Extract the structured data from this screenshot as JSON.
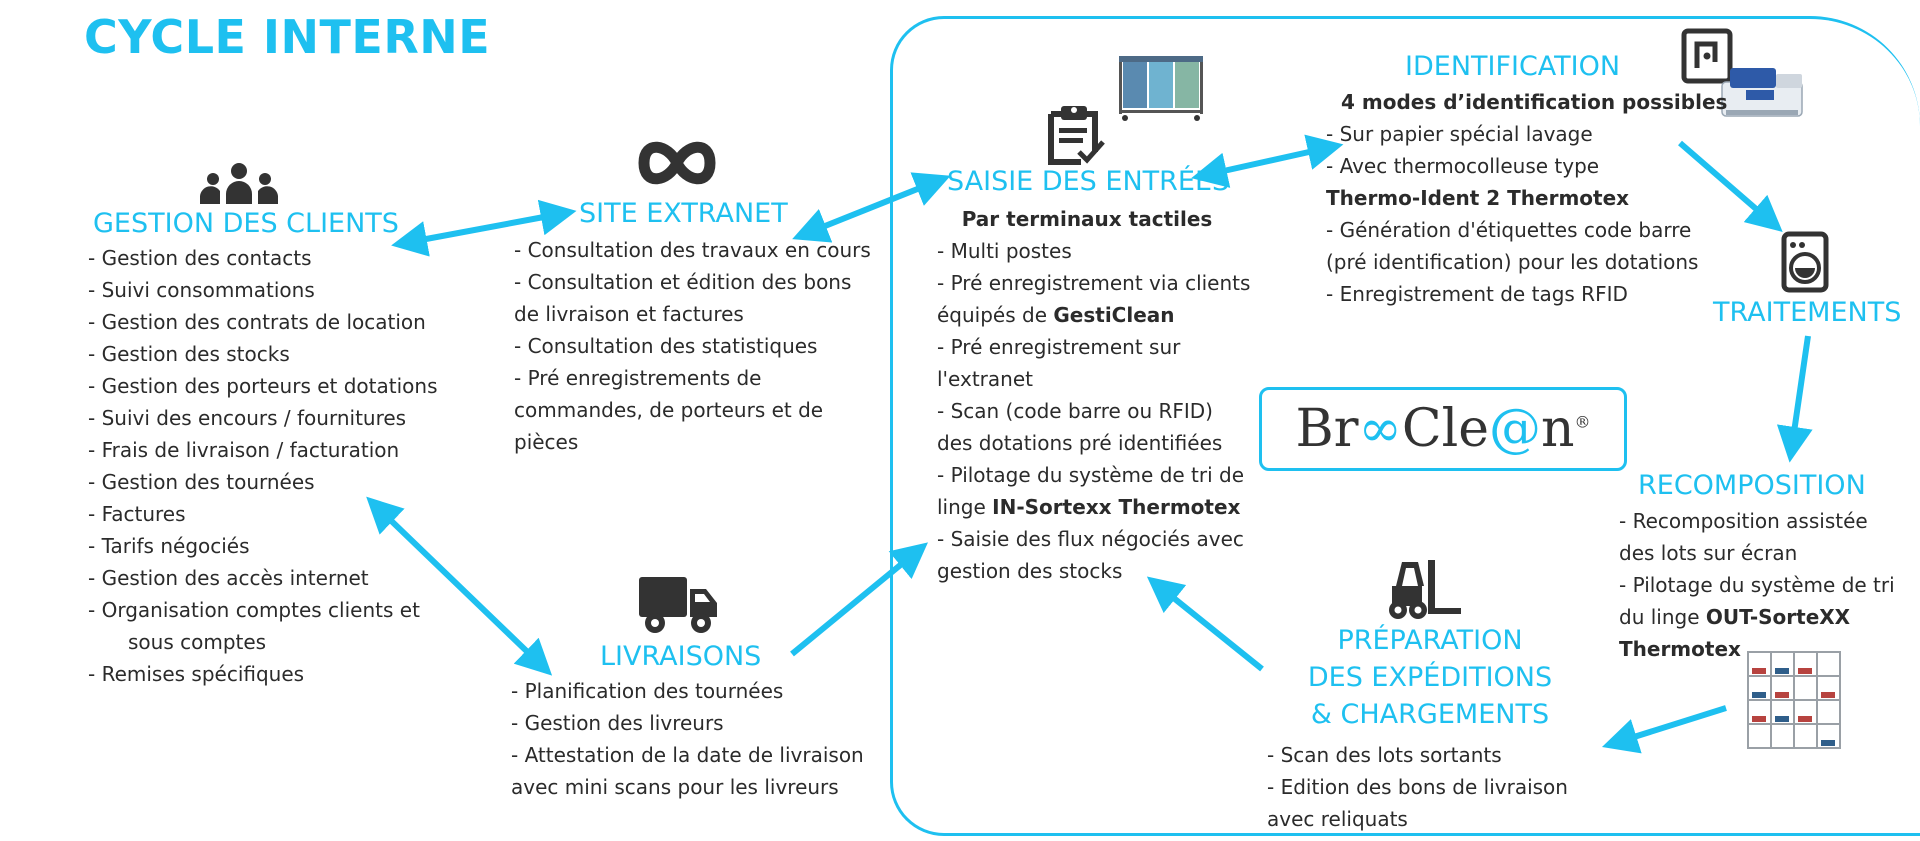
{
  "title": "CYCLE INTERNE",
  "colors": {
    "accent": "#1ec0f0",
    "text": "#2b2b2b",
    "icon": "#333333"
  },
  "gestion_clients": {
    "title": "GESTION DES CLIENTS",
    "items": [
      "- Gestion des contacts",
      "- Suivi consommations",
      "- Gestion des contrats de location",
      "- Gestion des stocks",
      "- Gestion des porteurs et dotations",
      "- Suivi des encours / fournitures",
      "- Frais de livraison / facturation",
      "- Gestion des tournées",
      "- Factures",
      "- Tarifs négociés",
      "- Gestion des accès internet",
      "- Organisation comptes clients et",
      "sous comptes",
      "- Remises spécifiques"
    ]
  },
  "site_extranet": {
    "title": "SITE EXTRANET",
    "items": [
      "- Consultation des travaux en cours",
      "- Consultation et édition des bons",
      "de livraison et factures",
      "- Consultation des statistiques",
      "- Pré enregistrements de",
      "commandes, de porteurs et de",
      "pièces"
    ]
  },
  "livraisons": {
    "title": "LIVRAISONS",
    "items": [
      "- Planification des tournées",
      "- Gestion des livreurs",
      "- Attestation de la date de livraison",
      "avec mini scans pour les livreurs"
    ]
  },
  "saisie": {
    "title": "SAISIE DES ENTRÉES",
    "subtitle": "Par terminaux tactiles",
    "l1": "- Multi postes",
    "l2": "- Pré enregistrement via clients",
    "l3a": "équipés de ",
    "l3b": "GestiClean",
    "l4": "- Pré enregistrement sur",
    "l5": "l'extranet",
    "l6": "- Scan (code barre ou RFID)",
    "l7": "des dotations pré identifiées",
    "l8": "- Pilotage du système de tri de",
    "l9a": "linge ",
    "l9b": "IN-Sortexx Thermotex",
    "l10": "- Saisie des flux négociés avec",
    "l11": "gestion des stocks"
  },
  "identification": {
    "title": "IDENTIFICATION",
    "subtitle": "4 modes d’identification possibles",
    "l1": "- Sur papier spécial lavage",
    "l2": "- Avec thermocolleuse type",
    "l3": "Thermo-Ident 2 Thermotex",
    "l4": "- Génération d'étiquettes code barre",
    "l5": "(pré identification) pour les dotations",
    "l6": "- Enregistrement de tags RFID"
  },
  "traitements": {
    "title": "TRAITEMENTS"
  },
  "recomposition": {
    "title": "RECOMPOSITION",
    "l1": "- Recomposition assistée",
    "l2": "des lots sur écran",
    "l3": "- Pilotage du système de tri",
    "l4a": "du linge ",
    "l4b": "OUT-SorteXX",
    "l5": "Thermotex"
  },
  "preparation": {
    "title1": "PRÉPARATION",
    "title2": "DES EXPÉDITIONS",
    "title3": "& CHARGEMENTS",
    "l1": "- Scan des lots sortants",
    "l2": "- Edition des bons de livraison",
    "l3": "avec reliquats"
  },
  "logo": {
    "part1": "Br",
    "part2": "Cle",
    "part3": "@",
    "part4": "n",
    "reg": "®"
  },
  "icons": {
    "clients": "people-group-icon",
    "extranet": "infinity-icon",
    "livraisons": "truck-icon",
    "saisie": "clipboard-check-icon",
    "identification": "nfc-tag-icon",
    "traitements": "washing-machine-icon",
    "preparation": "forklift-icon"
  }
}
